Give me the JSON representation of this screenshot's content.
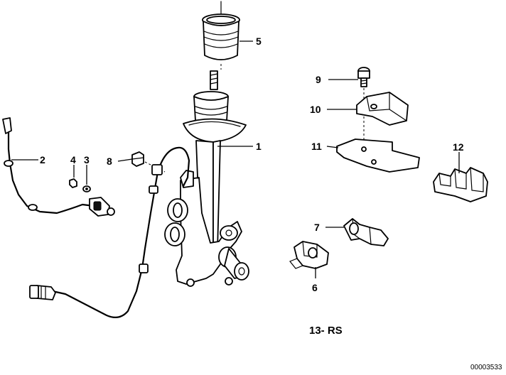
{
  "callouts": {
    "c1": "1",
    "c2": "2",
    "c3": "3",
    "c4": "4",
    "c5": "5",
    "c6": "6",
    "c7": "7",
    "c8": "8",
    "c9": "9",
    "c10": "10",
    "c11": "11",
    "c12": "12"
  },
  "group_label": "13- RS",
  "reference_number": "00003533"
}
